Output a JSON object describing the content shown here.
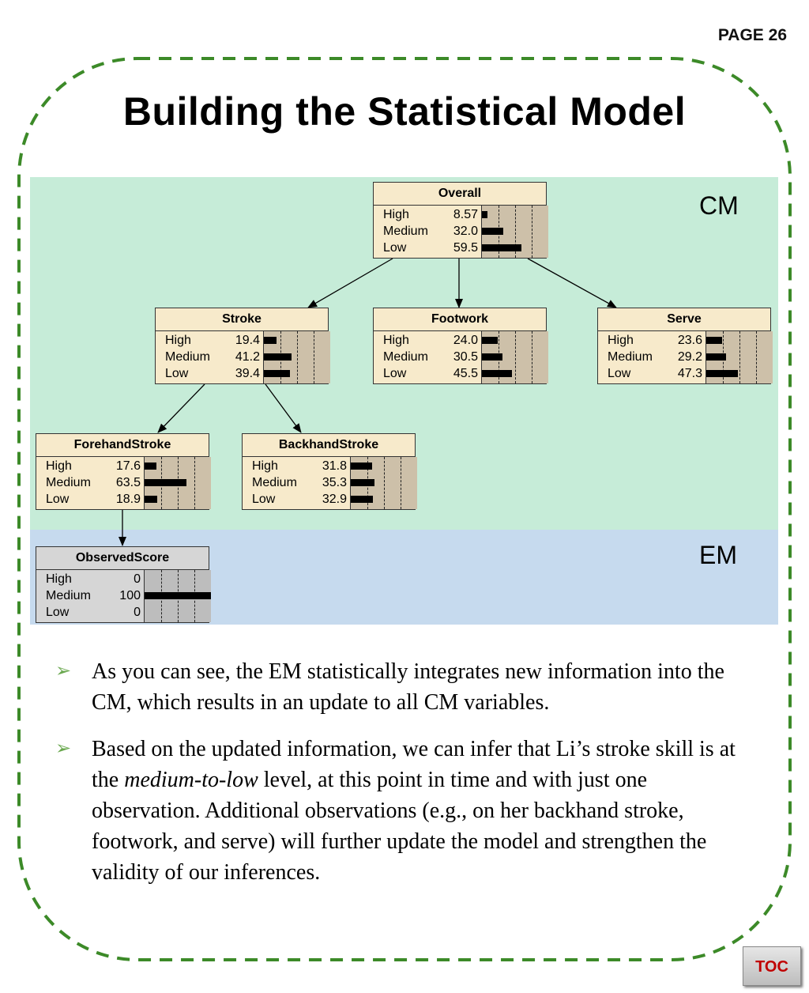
{
  "page_number": "PAGE 26",
  "title": "Building the Statistical Model",
  "sections": {
    "cm_label": "CM",
    "em_label": "EM"
  },
  "nodes": {
    "overall": {
      "name": "Overall",
      "states": [
        {
          "label": "High",
          "value": "8.57"
        },
        {
          "label": "Medium",
          "value": "32.0"
        },
        {
          "label": "Low",
          "value": "59.5"
        }
      ]
    },
    "stroke": {
      "name": "Stroke",
      "states": [
        {
          "label": "High",
          "value": "19.4"
        },
        {
          "label": "Medium",
          "value": "41.2"
        },
        {
          "label": "Low",
          "value": "39.4"
        }
      ]
    },
    "footwork": {
      "name": "Footwork",
      "states": [
        {
          "label": "High",
          "value": "24.0"
        },
        {
          "label": "Medium",
          "value": "30.5"
        },
        {
          "label": "Low",
          "value": "45.5"
        }
      ]
    },
    "serve": {
      "name": "Serve",
      "states": [
        {
          "label": "High",
          "value": "23.6"
        },
        {
          "label": "Medium",
          "value": "29.2"
        },
        {
          "label": "Low",
          "value": "47.3"
        }
      ]
    },
    "forehand": {
      "name": "ForehandStroke",
      "states": [
        {
          "label": "High",
          "value": "17.6"
        },
        {
          "label": "Medium",
          "value": "63.5"
        },
        {
          "label": "Low",
          "value": "18.9"
        }
      ]
    },
    "backhand": {
      "name": "BackhandStroke",
      "states": [
        {
          "label": "High",
          "value": "31.8"
        },
        {
          "label": "Medium",
          "value": "35.3"
        },
        {
          "label": "Low",
          "value": "32.9"
        }
      ]
    },
    "observed": {
      "name": "ObservedScore",
      "states": [
        {
          "label": "High",
          "value": "0"
        },
        {
          "label": "Medium",
          "value": "100"
        },
        {
          "label": "Low",
          "value": "0"
        }
      ]
    }
  },
  "bullets": {
    "first": "As you can see, the EM statistically integrates new information into the CM, which results in an update to all CM variables.",
    "second_before": "Based on the updated information, we can infer that Li’s stroke skill is at the ",
    "second_em": "medium-to-low",
    "second_after": " level, at this point in time and with just one observation. Additional observations (e.g., on her backhand stroke, footwork, and serve) will further update the model and strengthen the validity of our inferences."
  },
  "bullet_marker": "➢",
  "toc_label": "TOC",
  "colors": {
    "frame_dash": "#3c8a28",
    "cm_band": "#c6ecd8",
    "em_band": "#c6daee",
    "node_fill": "#f7eacb",
    "toc_text": "#c00000"
  }
}
